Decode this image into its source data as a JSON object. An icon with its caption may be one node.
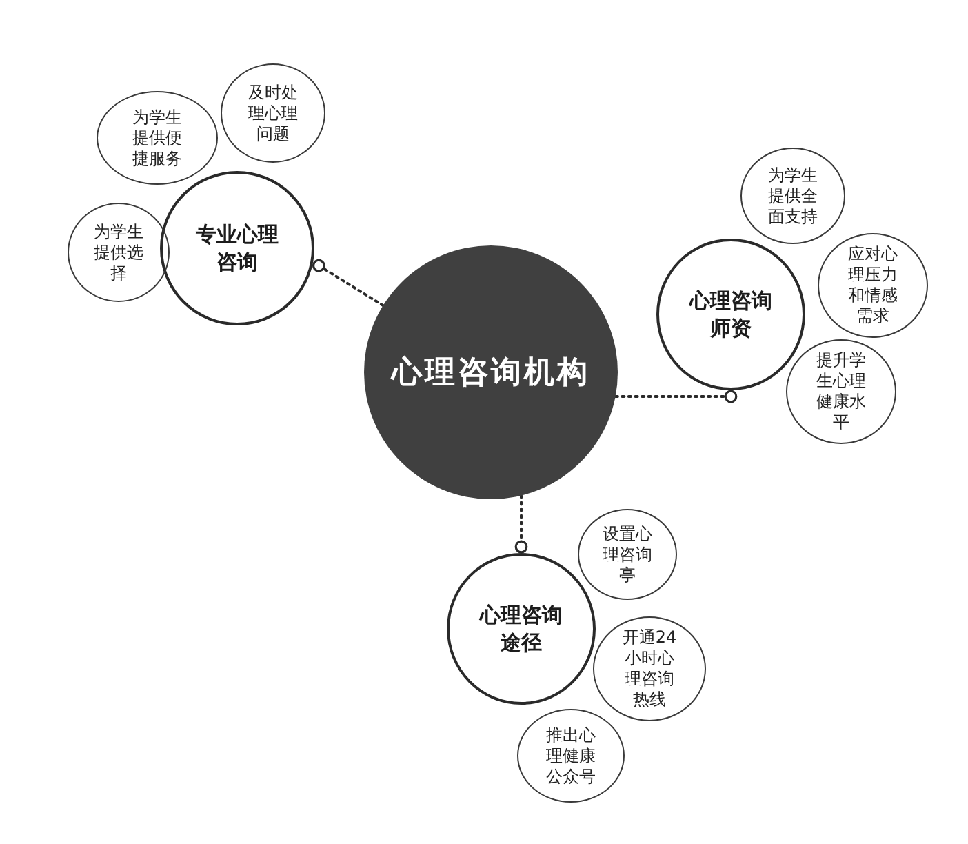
{
  "diagram": {
    "nodes": [
      {
        "text": [
          "心理咨询机构"
        ]
      },
      {
        "text": [
          "专业心理咨询"
        ]
      },
      {
        "text": [
          "为学生提供便捷服务"
        ]
      },
      {
        "text": [
          "及时处理心理问题"
        ]
      },
      {
        "text": [
          "为学生提供选择"
        ]
      },
      {
        "text": [
          "心理咨询师资"
        ]
      },
      {
        "text": [
          "为学生提供全面支持"
        ]
      },
      {
        "text": [
          "应对心理压力和情感需求"
        ]
      },
      {
        "text": [
          "提升学生心理健康水平"
        ]
      },
      {
        "text": [
          "心理咨询途径"
        ]
      },
      {
        "text": [
          "设置心理咨询亭"
        ]
      },
      {
        "text": [
          "开通24小时心理咨询热线"
        ]
      },
      {
        "text": [
          "推出心理健康公众号"
        ]
      }
    ],
    "edges": [
      {
        "from": 0,
        "to": 1,
        "arrow": "other",
        "style": "dashed"
      },
      {
        "from": 0,
        "to": 5,
        "arrow": "other",
        "style": "dashed"
      },
      {
        "from": 0,
        "to": 9,
        "arrow": "other",
        "style": "dashed"
      }
    ]
  }
}
